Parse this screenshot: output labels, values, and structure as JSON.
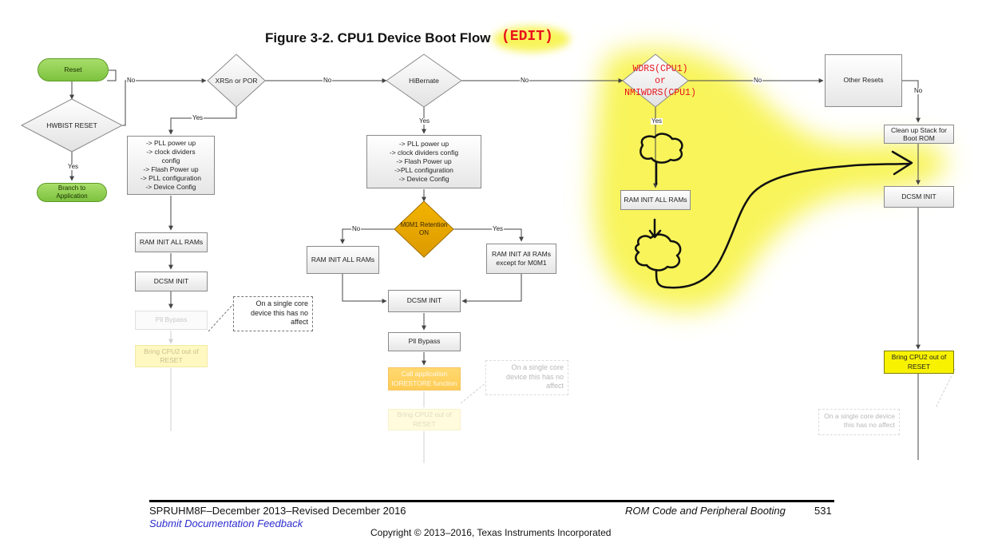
{
  "figure": {
    "title": "Figure 3-2. CPU1 Device Boot Flow",
    "edit_tag": "(EDIT)"
  },
  "nodes": {
    "reset": "Reset",
    "hwbist_reset": "HWBIST RESET",
    "branch_to_application": "Branch to\nApplication",
    "xrsn_or_por": "XRSn or POR",
    "hibernate": "HiBernate",
    "wdrs_nmiwdrs": "WDRS(CPU1)\nor\nNMIWDRS(CPU1)",
    "other_resets": "Other Resets",
    "por_init_steps": "-> PLL power up\n-> clock dividers\nconfig\n-> Flash Power up\n-> PLL configuration\n-> Device Config",
    "por_ram_init": "RAM INIT ALL RAMs",
    "por_dcsm_init": "DCSM INIT",
    "por_pll_bypass": "Pll Bypass",
    "por_bring_cpu2": "Bring CPU2 out of\nRESET",
    "por_note": "On a single core\ndevice this has no\naffect",
    "hib_init_steps": "-> PLL power up\n-> clock dividers config\n-> Flash Power up\n->PLL configuration\n-> Device Config",
    "m0m1_retention": "M0M1 Retention\nON",
    "hib_ram_init_all": "RAM INIT ALL RAMs",
    "hib_ram_init_except": "RAM INIT All RAMs\nexcept for M0M1",
    "hib_dcsm_init": "DCSM INIT",
    "hib_pll_bypass": "Pll Bypass",
    "hib_call_app": "Call application\nIORESTORE function",
    "hib_bring_cpu2": "Bring CPU2 out of\nRESET",
    "hib_note": "On a single core\ndevice this has no\naffect",
    "wd_ram_init": "RAM INIT ALL RAMs",
    "other_cleanup": "Clean up Stack for\nBoot ROM",
    "other_dcsm_init": "DCSM INIT",
    "other_bring_cpu2": "Bring CPU2 out of\nRESET",
    "other_note": "On a single core device\nthis has no affect"
  },
  "edge_labels": {
    "no": "No",
    "yes": "Yes"
  },
  "footer": {
    "doc_id": "SPRUHM8F–December 2013–Revised December 2016",
    "section": "ROM Code and Peripheral Booting",
    "page": "531",
    "feedback_link": "Submit Documentation Feedback",
    "copyright": "Copyright © 2013–2016, Texas Instruments Incorporated"
  },
  "colors": {
    "highlight": "#f8f45a",
    "annotation_red": "#e8141c",
    "decision_orange": "#e8a800",
    "terminal_green": "#7dc23f",
    "cpu2_yellow": "#f8f200",
    "link_blue": "#2b2bd0"
  }
}
